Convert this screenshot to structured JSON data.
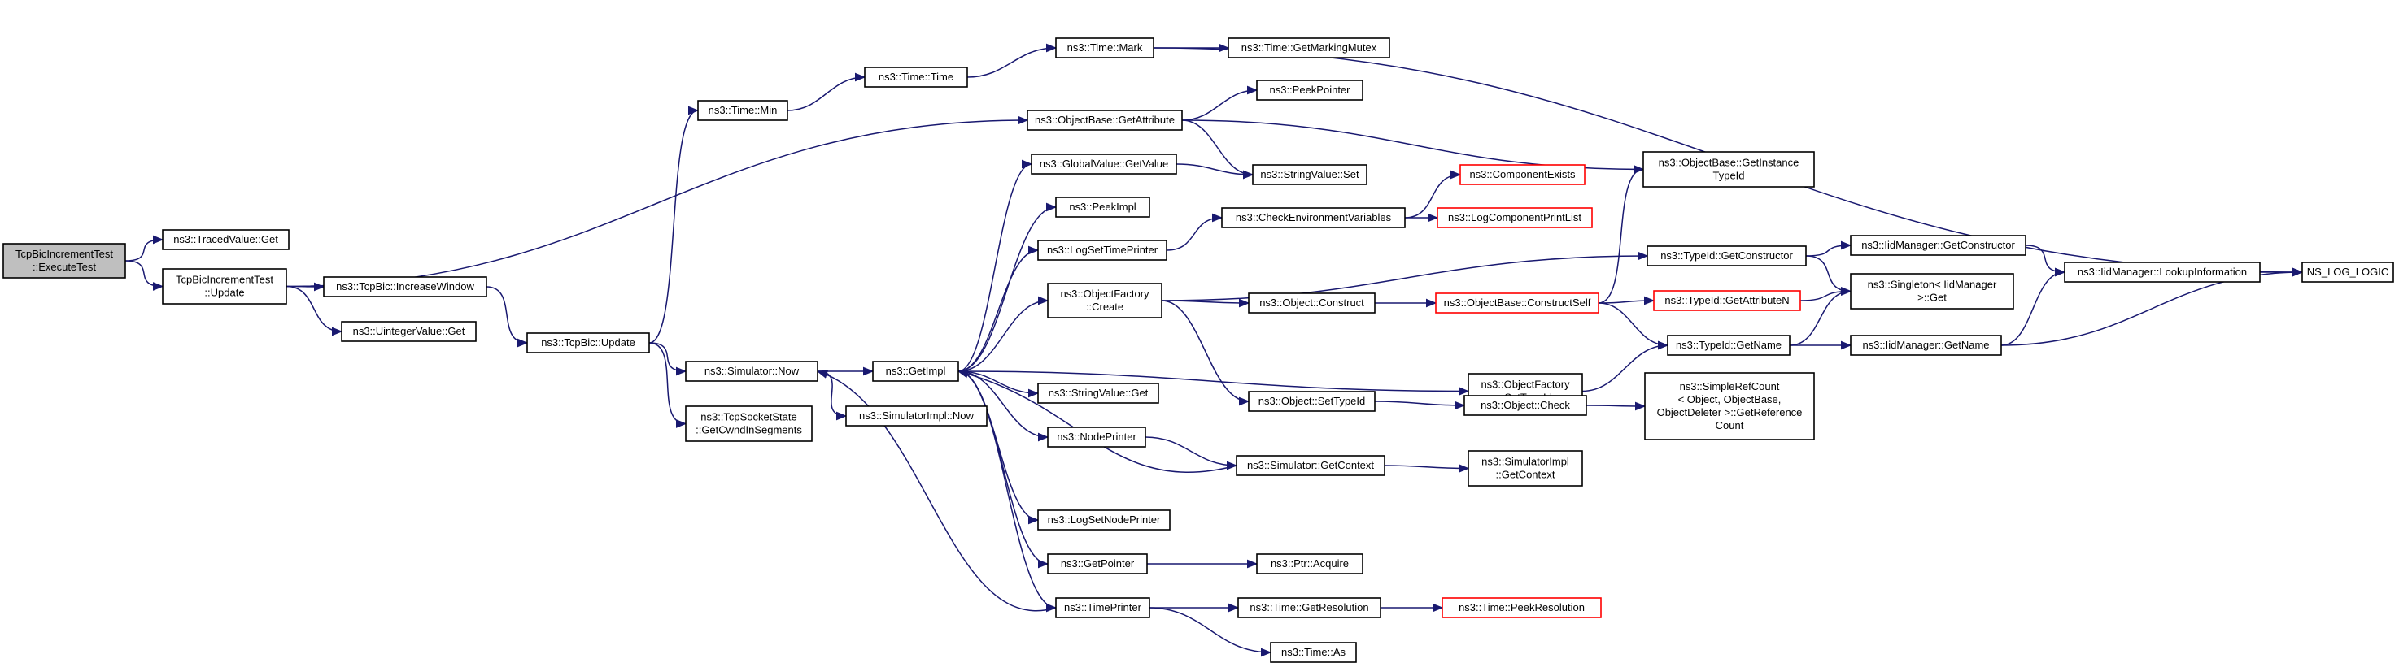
{
  "diagram": {
    "type": "call-graph",
    "colors": {
      "edge": "#191970",
      "node_border": "#000000",
      "node_border_external": "#ff0000",
      "node_fill": "#ffffff",
      "root_fill": "#bfbfbf"
    },
    "nodes": [
      {
        "id": "root",
        "lines": [
          "TcpBicIncrementTest",
          "::ExecuteTest"
        ],
        "style": "root"
      },
      {
        "id": "tracedget",
        "lines": [
          "ns3::TracedValue::Get"
        ],
        "style": "normal"
      },
      {
        "id": "update",
        "lines": [
          "TcpBicIncrementTest",
          "::Update"
        ],
        "style": "normal"
      },
      {
        "id": "incwin",
        "lines": [
          "ns3::TcpBic::IncreaseWindow"
        ],
        "style": "normal"
      },
      {
        "id": "uintget",
        "lines": [
          "ns3::UintegerValue::Get"
        ],
        "style": "normal"
      },
      {
        "id": "bicupdate",
        "lines": [
          "ns3::TcpBic::Update"
        ],
        "style": "normal"
      },
      {
        "id": "timemin",
        "lines": [
          "ns3::Time::Min"
        ],
        "style": "normal"
      },
      {
        "id": "simnow",
        "lines": [
          "ns3::Simulator::Now"
        ],
        "style": "normal"
      },
      {
        "id": "sockstate",
        "lines": [
          "ns3::TcpSocketState",
          "::GetCwndInSegments"
        ],
        "style": "normal"
      },
      {
        "id": "timetime",
        "lines": [
          "ns3::Time::Time"
        ],
        "style": "normal"
      },
      {
        "id": "getimpl",
        "lines": [
          "ns3::GetImpl"
        ],
        "style": "normal"
      },
      {
        "id": "simimplnow",
        "lines": [
          "ns3::SimulatorImpl::Now"
        ],
        "style": "normal"
      },
      {
        "id": "timemark",
        "lines": [
          "ns3::Time::Mark"
        ],
        "style": "normal"
      },
      {
        "id": "getattr",
        "lines": [
          "ns3::ObjectBase::GetAttribute"
        ],
        "style": "normal"
      },
      {
        "id": "gvget",
        "lines": [
          "ns3::GlobalValue::GetValue"
        ],
        "style": "normal"
      },
      {
        "id": "peekimpl",
        "lines": [
          "ns3::PeekImpl"
        ],
        "style": "normal"
      },
      {
        "id": "logsettime",
        "lines": [
          "ns3::LogSetTimePrinter"
        ],
        "style": "normal"
      },
      {
        "id": "objfactcreate",
        "lines": [
          "ns3::ObjectFactory",
          "::Create"
        ],
        "style": "normal"
      },
      {
        "id": "strget",
        "lines": [
          "ns3::StringValue::Get"
        ],
        "style": "normal"
      },
      {
        "id": "nodeprinter",
        "lines": [
          "ns3::NodePrinter"
        ],
        "style": "normal"
      },
      {
        "id": "logsetnode",
        "lines": [
          "ns3::LogSetNodePrinter"
        ],
        "style": "normal"
      },
      {
        "id": "getpointer",
        "lines": [
          "ns3::GetPointer"
        ],
        "style": "normal"
      },
      {
        "id": "timeprinter",
        "lines": [
          "ns3::TimePrinter"
        ],
        "style": "normal"
      },
      {
        "id": "markmutex",
        "lines": [
          "ns3::Time::GetMarkingMutex"
        ],
        "style": "normal"
      },
      {
        "id": "peekptr",
        "lines": [
          "ns3::PeekPointer"
        ],
        "style": "normal"
      },
      {
        "id": "strset",
        "lines": [
          "ns3::StringValue::Set"
        ],
        "style": "normal"
      },
      {
        "id": "checkenv",
        "lines": [
          "ns3::CheckEnvironmentVariables"
        ],
        "style": "normal"
      },
      {
        "id": "objconstruct",
        "lines": [
          "ns3::Object::Construct"
        ],
        "style": "normal"
      },
      {
        "id": "objsettype",
        "lines": [
          "ns3::Object::SetTypeId"
        ],
        "style": "normal"
      },
      {
        "id": "simgetctx",
        "lines": [
          "ns3::Simulator::GetContext"
        ],
        "style": "normal"
      },
      {
        "id": "ptracquire",
        "lines": [
          "ns3::Ptr::Acquire"
        ],
        "style": "normal"
      },
      {
        "id": "timegetres",
        "lines": [
          "ns3::Time::GetResolution"
        ],
        "style": "normal"
      },
      {
        "id": "timeas",
        "lines": [
          "ns3::Time::As"
        ],
        "style": "normal"
      },
      {
        "id": "compexists",
        "lines": [
          "ns3::ComponentExists"
        ],
        "style": "external"
      },
      {
        "id": "logcompprint",
        "lines": [
          "ns3::LogComponentPrintList"
        ],
        "style": "external"
      },
      {
        "id": "constructself",
        "lines": [
          "ns3::ObjectBase::ConstructSelf"
        ],
        "style": "external"
      },
      {
        "id": "objfactsettype",
        "lines": [
          "ns3::ObjectFactory",
          "::SetTypeId"
        ],
        "style": "normal"
      },
      {
        "id": "objcheck",
        "lines": [
          "ns3::Object::Check"
        ],
        "style": "normal"
      },
      {
        "id": "simimplctx",
        "lines": [
          "ns3::SimulatorImpl",
          "::GetContext"
        ],
        "style": "normal"
      },
      {
        "id": "peekres",
        "lines": [
          "ns3::Time::PeekResolution"
        ],
        "style": "external"
      },
      {
        "id": "getinstance",
        "lines": [
          "ns3::ObjectBase::GetInstance",
          "TypeId"
        ],
        "style": "normal"
      },
      {
        "id": "typeidgetctor",
        "lines": [
          "ns3::TypeId::GetConstructor"
        ],
        "style": "normal"
      },
      {
        "id": "typeidgetattrn",
        "lines": [
          "ns3::TypeId::GetAttributeN"
        ],
        "style": "external"
      },
      {
        "id": "typeidgetname",
        "lines": [
          "ns3::TypeId::GetName"
        ],
        "style": "normal"
      },
      {
        "id": "simplerefcount",
        "lines": [
          "ns3::SimpleRefCount",
          "< Object, ObjectBase,",
          "ObjectDeleter >::GetReference",
          "Count"
        ],
        "style": "normal"
      },
      {
        "id": "iidgetctor",
        "lines": [
          "ns3::IidManager::GetConstructor"
        ],
        "style": "normal"
      },
      {
        "id": "singleton",
        "lines": [
          "ns3::Singleton< IidManager",
          ">::Get"
        ],
        "style": "normal"
      },
      {
        "id": "iidgetname",
        "lines": [
          "ns3::IidManager::GetName"
        ],
        "style": "normal"
      },
      {
        "id": "iidlookup",
        "lines": [
          "ns3::IidManager::LookupInformation"
        ],
        "style": "normal"
      },
      {
        "id": "nslog",
        "lines": [
          "NS_LOG_LOGIC"
        ],
        "style": "normal"
      }
    ],
    "edges": [
      [
        "root",
        "tracedget"
      ],
      [
        "root",
        "update"
      ],
      [
        "update",
        "getattr"
      ],
      [
        "update",
        "incwin"
      ],
      [
        "update",
        "uintget"
      ],
      [
        "incwin",
        "bicupdate"
      ],
      [
        "bicupdate",
        "timemin"
      ],
      [
        "bicupdate",
        "simnow"
      ],
      [
        "bicupdate",
        "sockstate"
      ],
      [
        "timemin",
        "timetime"
      ],
      [
        "timetime",
        "timemark"
      ],
      [
        "timemark",
        "markmutex"
      ],
      [
        "timemark",
        "nslog"
      ],
      [
        "simnow",
        "getimpl"
      ],
      [
        "simnow",
        "simimplnow"
      ],
      [
        "getimpl",
        "gvget"
      ],
      [
        "getimpl",
        "peekimpl"
      ],
      [
        "getimpl",
        "logsettime"
      ],
      [
        "getimpl",
        "objfactcreate"
      ],
      [
        "getimpl",
        "objfactsettype"
      ],
      [
        "getimpl",
        "strget"
      ],
      [
        "getimpl",
        "nodeprinter"
      ],
      [
        "getimpl",
        "logsetnode"
      ],
      [
        "getimpl",
        "getpointer"
      ],
      [
        "getimpl",
        "timeprinter"
      ],
      [
        "getattr",
        "peekptr"
      ],
      [
        "getattr",
        "strset"
      ],
      [
        "getattr",
        "getinstance"
      ],
      [
        "gvget",
        "strset"
      ],
      [
        "logsettime",
        "checkenv"
      ],
      [
        "checkenv",
        "compexists"
      ],
      [
        "checkenv",
        "logcompprint"
      ],
      [
        "objfactcreate",
        "typeidgetctor"
      ],
      [
        "objfactcreate",
        "objconstruct"
      ],
      [
        "objfactcreate",
        "objsettype"
      ],
      [
        "objconstruct",
        "constructself"
      ],
      [
        "constructself",
        "getinstance"
      ],
      [
        "constructself",
        "typeidgetattrn"
      ],
      [
        "constructself",
        "typeidgetname"
      ],
      [
        "typeidgetctor",
        "iidgetctor"
      ],
      [
        "typeidgetctor",
        "singleton"
      ],
      [
        "iidgetctor",
        "iidlookup"
      ],
      [
        "typeidgetattrn",
        "singleton"
      ],
      [
        "typeidgetname",
        "singleton"
      ],
      [
        "typeidgetname",
        "iidgetname"
      ],
      [
        "iidgetname",
        "iidlookup"
      ],
      [
        "iidgetname",
        "nslog"
      ],
      [
        "iidlookup",
        "nslog"
      ],
      [
        "objfactsettype",
        "typeidgetname"
      ],
      [
        "objsettype",
        "objcheck"
      ],
      [
        "objcheck",
        "simplerefcount"
      ],
      [
        "nodeprinter",
        "simgetctx"
      ],
      [
        "simgetctx",
        "getimpl"
      ],
      [
        "simgetctx",
        "simimplctx"
      ],
      [
        "getpointer",
        "ptracquire"
      ],
      [
        "timeprinter",
        "simnow"
      ],
      [
        "timeprinter",
        "timegetres"
      ],
      [
        "timeprinter",
        "timeas"
      ],
      [
        "timegetres",
        "peekres"
      ]
    ]
  }
}
